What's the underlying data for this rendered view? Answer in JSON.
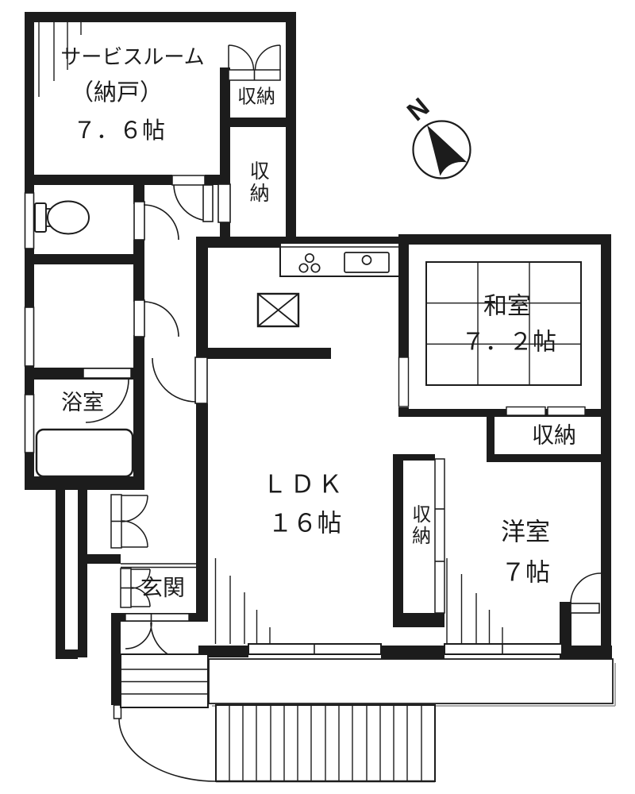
{
  "plan": {
    "type": "floorplan",
    "colors": {
      "wall": "#1c1c1c",
      "background": "#ffffff"
    },
    "rooms": {
      "service_room": {
        "name": "サービスルーム",
        "alias": "（納戸）",
        "size": "７．６帖"
      },
      "closet_service": {
        "label": "収納"
      },
      "closet_hall_tall": {
        "label": "収納"
      },
      "washitsu": {
        "name": "和室",
        "size": "７．２帖"
      },
      "closet_washitsu": {
        "label": "収納"
      },
      "ldk": {
        "name": "ＬＤＫ",
        "size": "１６帖"
      },
      "closet_between": {
        "label": "収納"
      },
      "yoshitsu": {
        "name": "洋室",
        "size": "７帖"
      },
      "bathroom": {
        "name": "浴室"
      },
      "genkan": {
        "name": "玄関"
      }
    },
    "compass": {
      "label": "N"
    }
  }
}
